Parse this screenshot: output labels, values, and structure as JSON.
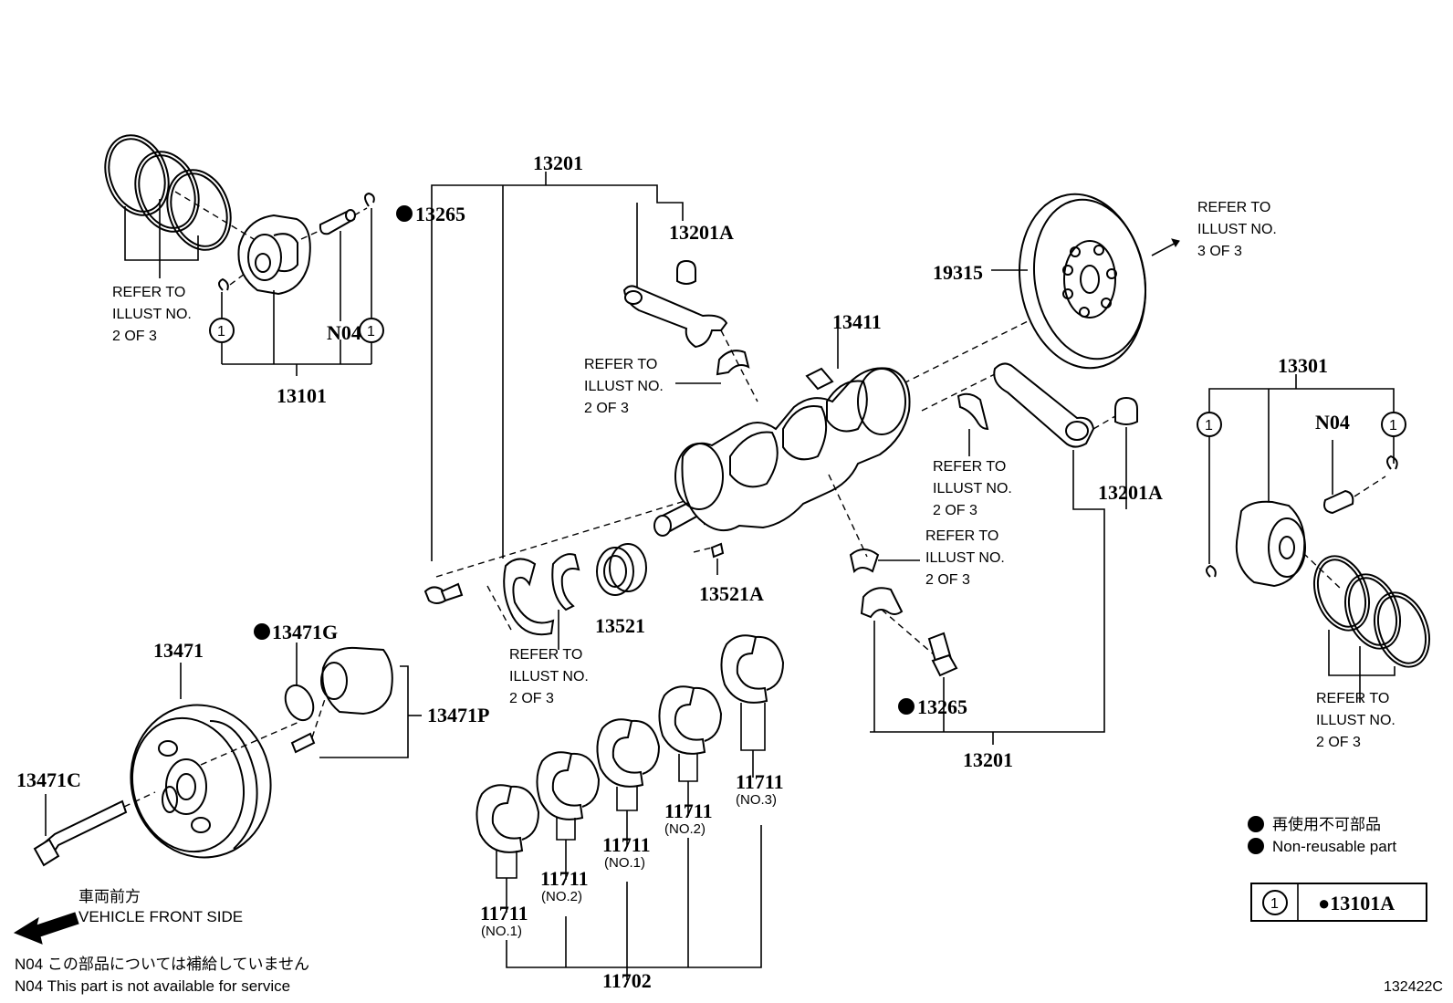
{
  "part_numbers": {
    "p13201_top": "13201",
    "p13201a_top": "13201A",
    "p13265_top": "13265",
    "p19315": "19315",
    "p13411": "13411",
    "p13101": "13101",
    "p13301": "13301",
    "p13201a_right": "13201A",
    "p13521": "13521",
    "p13521a": "13521A",
    "p13471": "13471",
    "p13471g": "13471G",
    "p13471p": "13471P",
    "p13471c": "13471C",
    "p13265_bottom": "13265",
    "p13201_bottom": "13201",
    "p11711_a": "11711",
    "p11711_b": "11711",
    "p11711_c": "11711",
    "p11711_d": "11711",
    "p11711_e": "11711",
    "p11702": "11702",
    "n04_left": "N04",
    "n04_right": "N04"
  },
  "sub_labels": {
    "no1_a": "(NO.1)",
    "no2_a": "(NO.2)",
    "no1_b": "(NO.1)",
    "no2_b": "(NO.2)",
    "no3": "(NO.3)"
  },
  "refer_notes": {
    "line1": "REFER TO",
    "line2": "ILLUST NO.",
    "pistons": "2 OF 3",
    "flywheel": "3 OF 3"
  },
  "circle_marker": "1",
  "bullet_glyph": "●",
  "legend": {
    "jp": "再使用不可部品",
    "en": "Non-reusable part"
  },
  "kit_table": {
    "marker": "1",
    "part": "●13101A"
  },
  "front_side": {
    "jp": "車両前方",
    "en": "VEHICLE FRONT SIDE"
  },
  "footnotes": {
    "jp": "N04  この部品については補給していません",
    "en": "N04  This part is not available for service"
  },
  "diagram_code": "132422C"
}
